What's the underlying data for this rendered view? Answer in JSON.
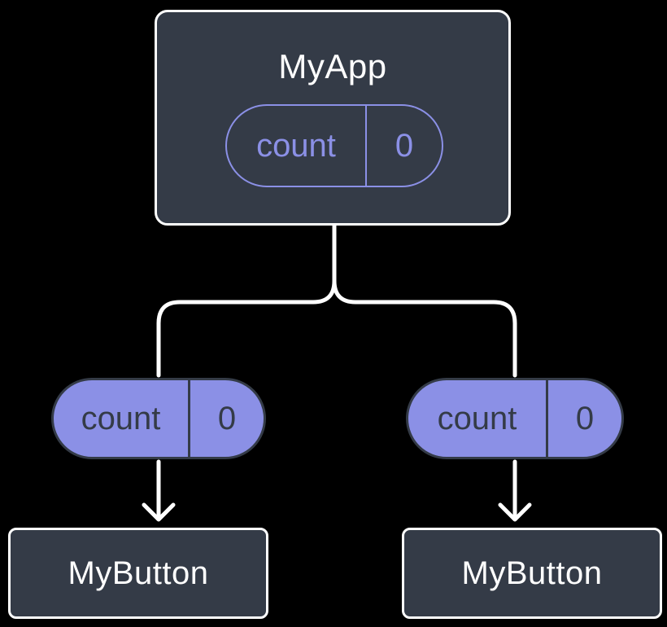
{
  "colors": {
    "background": "#000000",
    "box_fill": "#343b47",
    "accent_purple": "#8b90e6",
    "line_white": "#ffffff",
    "title_text": "#ffffff"
  },
  "root_component": {
    "title": "MyApp",
    "state": {
      "name": "count",
      "value": "0"
    }
  },
  "branches": {
    "left": {
      "prop": {
        "name": "count",
        "value": "0"
      },
      "component_title": "MyButton"
    },
    "right": {
      "prop": {
        "name": "count",
        "value": "0"
      },
      "component_title": "MyButton"
    }
  }
}
